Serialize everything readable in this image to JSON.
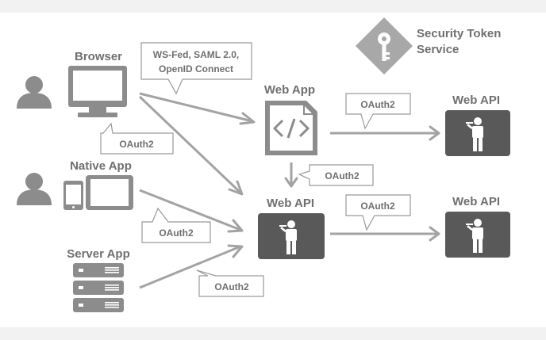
{
  "clients": {
    "browser": "Browser",
    "native_app": "Native App",
    "server_app": "Server App"
  },
  "web_app": {
    "title": "Web App",
    "icon": "code-document-icon"
  },
  "web_api_center": {
    "title": "Web API",
    "icon": "waiter-icon"
  },
  "web_api_top_right": {
    "title": "Web API",
    "icon": "waiter-icon"
  },
  "web_api_bottom_right": {
    "title": "Web API",
    "icon": "waiter-icon"
  },
  "sts": {
    "line1": "Security Token",
    "line2": "Service",
    "icon": "key-diamond-icon"
  },
  "bubbles": {
    "browser_protocols": {
      "line1": "WS-Fed, SAML 2.0,",
      "line2": "OpenID Connect"
    },
    "browser_oauth": "OAuth2",
    "webapp_to_api": "OAuth2",
    "webapp_down": "OAuth2",
    "api_to_api": "OAuth2",
    "native_oauth": "OAuth2",
    "server_oauth": "OAuth2"
  },
  "colors": {
    "ink": "#6f6f6f",
    "arrow": "#a3a3a3",
    "api_box": "#595959",
    "icon_gray": "#8c8c8c"
  }
}
